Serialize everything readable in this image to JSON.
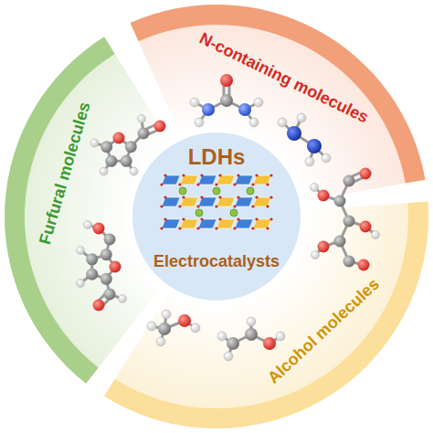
{
  "diagram": {
    "nodes": [
      {
        "text": [
          "N-containing molecules"
        ]
      },
      {
        "text": [
          "Alcohol molecules"
        ]
      },
      {
        "text": [
          "Furfural molecules"
        ]
      },
      {
        "text": [
          "LDHs",
          "Electrocatalysts"
        ]
      }
    ]
  }
}
